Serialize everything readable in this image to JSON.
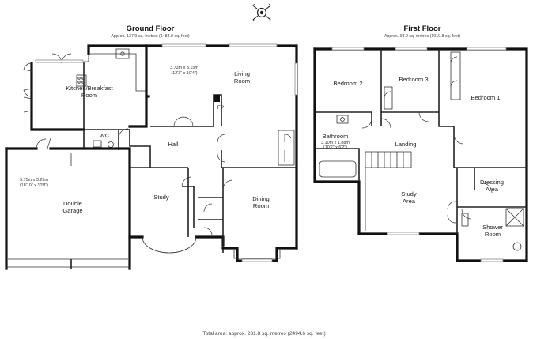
{
  "ground_floor": {
    "title": "Ground Floor",
    "area": "Approx. 137.9 sq. metres (1483.8 sq. feet)",
    "rooms": {
      "kitchen_line1": "Kitchen/Breakfast",
      "kitchen_line2": "Room",
      "living_line1": "Living",
      "living_line2": "Room",
      "living_dim_m": "3.73m x 3.15m",
      "living_dim_ft": "(12'3\" x 10'4\")",
      "fp": "FP",
      "wc": "WC",
      "hall": "Hall",
      "garage_line1": "Double",
      "garage_line2": "Garage",
      "garage_dim_m": "5.75m x 3.25m",
      "garage_dim_ft": "(18'10\" x 10'8\")",
      "study": "Study",
      "dining_line1": "Dining",
      "dining_line2": "Room"
    }
  },
  "first_floor": {
    "title": "First Floor",
    "area": "Approx. 93.9 sq. metres (1010.8 sq. feet)",
    "rooms": {
      "bedroom2": "Bedroom 2",
      "bedroom3": "Bedroom 3",
      "bedroom1": "Bedroom 1",
      "bathroom": "Bathroom",
      "bathroom_dim_m": "3.10m x 1.88m",
      "bathroom_dim_ft": "(10'2\" x 6'2\")",
      "landing": "Landing",
      "study_area_line1": "Study",
      "study_area_line2": "Area",
      "dressing_line1": "Dressing",
      "dressing_line2": "Area",
      "shower_line1": "Shower",
      "shower_line2": "Room"
    }
  },
  "total_area": "Total area: approx. 231.8 sq. metres (2494.6 sq. feet)",
  "icons": {
    "compass": "compass-rose-icon"
  },
  "colors": {
    "walls": "#111111",
    "text": "#222222",
    "background": "#ffffff"
  }
}
